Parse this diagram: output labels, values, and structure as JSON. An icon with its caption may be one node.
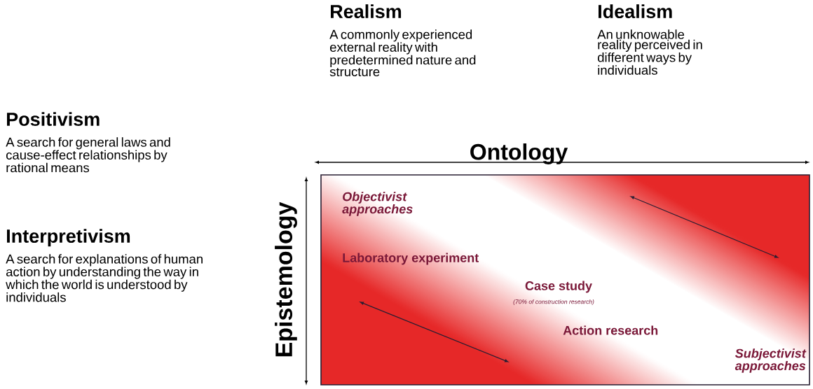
{
  "diagram": {
    "labels": [
      "Realism",
      "A commonly experienced external reality with predetermined nature and structure",
      "Idealism",
      "An unknowable reality perceived in different ways by individuals",
      "Positivism",
      "A search for general laws and cause-effect relationships by rational means",
      "Ontology",
      "Epistemology",
      "Objectivist approaches",
      "Laboratory experiment",
      "Interpretivism",
      "A search for explanations of human action by understanding the way in which the world is understood by individuals",
      "Case study",
      "(70% of construction research)",
      "Action research",
      "Subjectivist approaches"
    ]
  }
}
